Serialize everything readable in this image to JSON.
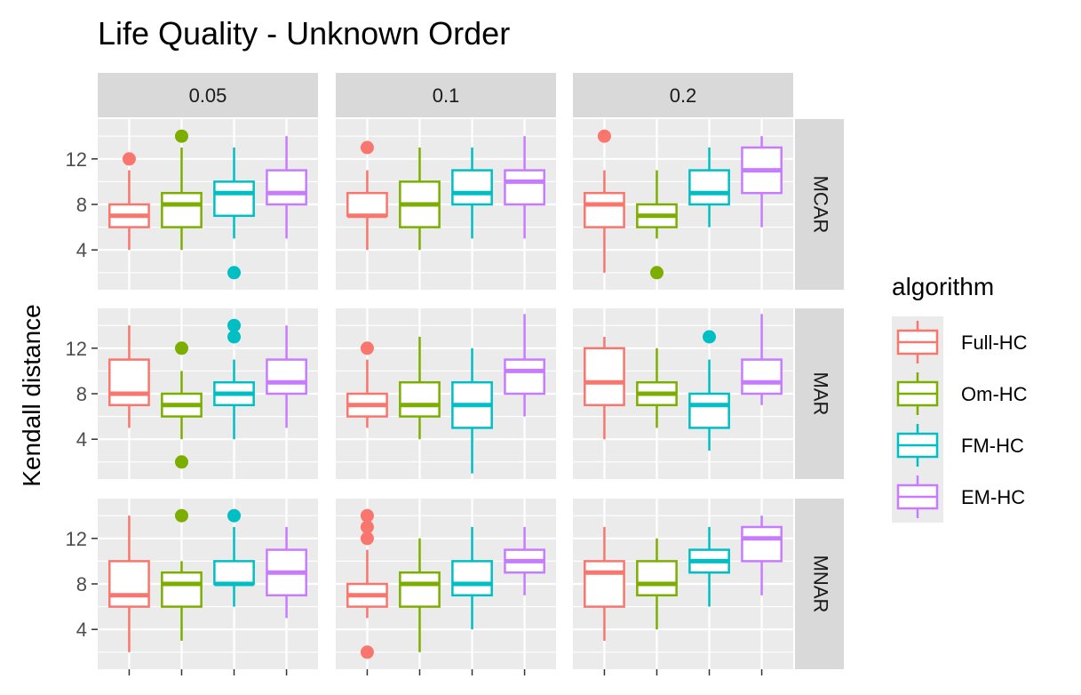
{
  "chart_data": {
    "type": "boxplot",
    "title": "Life Quality - Unknown Order",
    "ylabel": "Kendall distance",
    "xlabel": "",
    "ylim": [
      0.5,
      15.5
    ],
    "yticks": [
      4,
      8,
      12
    ],
    "grid": true,
    "legend": {
      "title": "algorithm",
      "position": "right",
      "entries": [
        "Full-HC",
        "Om-HC",
        "FM-HC",
        "EM-HC"
      ]
    },
    "colors": {
      "Full-HC": "#F8766D",
      "Om-HC": "#7CAE00",
      "FM-HC": "#00BFC4",
      "EM-HC": "#C77CFF"
    },
    "facet_columns": [
      "0.05",
      "0.1",
      "0.2"
    ],
    "facet_rows": [
      "MCAR",
      "MAR",
      "MNAR"
    ],
    "panels": [
      {
        "col": "0.05",
        "row": "MCAR",
        "boxes": [
          {
            "algorithm": "Full-HC",
            "min": 4,
            "q1": 6,
            "median": 7,
            "q3": 8,
            "max": 11,
            "outliers": [
              12
            ]
          },
          {
            "algorithm": "Om-HC",
            "min": 4,
            "q1": 6,
            "median": 8,
            "q3": 9,
            "max": 13,
            "outliers": [
              14
            ]
          },
          {
            "algorithm": "FM-HC",
            "min": 5,
            "q1": 7,
            "median": 9,
            "q3": 10,
            "max": 13,
            "outliers": [
              2
            ]
          },
          {
            "algorithm": "EM-HC",
            "min": 5,
            "q1": 8,
            "median": 9,
            "q3": 11,
            "max": 14,
            "outliers": []
          }
        ]
      },
      {
        "col": "0.1",
        "row": "MCAR",
        "boxes": [
          {
            "algorithm": "Full-HC",
            "min": 4,
            "q1": 7,
            "median": 7,
            "q3": 9,
            "max": 11,
            "outliers": [
              13
            ]
          },
          {
            "algorithm": "Om-HC",
            "min": 4,
            "q1": 6,
            "median": 8,
            "q3": 10,
            "max": 13,
            "outliers": []
          },
          {
            "algorithm": "FM-HC",
            "min": 5,
            "q1": 8,
            "median": 9,
            "q3": 11,
            "max": 13,
            "outliers": []
          },
          {
            "algorithm": "EM-HC",
            "min": 5,
            "q1": 8,
            "median": 10,
            "q3": 11,
            "max": 14,
            "outliers": []
          }
        ]
      },
      {
        "col": "0.2",
        "row": "MCAR",
        "boxes": [
          {
            "algorithm": "Full-HC",
            "min": 2,
            "q1": 6,
            "median": 8,
            "q3": 9,
            "max": 11,
            "outliers": [
              14
            ]
          },
          {
            "algorithm": "Om-HC",
            "min": 5,
            "q1": 6,
            "median": 7,
            "q3": 8,
            "max": 11,
            "outliers": [
              2
            ]
          },
          {
            "algorithm": "FM-HC",
            "min": 6,
            "q1": 8,
            "median": 9,
            "q3": 11,
            "max": 13,
            "outliers": []
          },
          {
            "algorithm": "EM-HC",
            "min": 6,
            "q1": 9,
            "median": 11,
            "q3": 13,
            "max": 14,
            "outliers": []
          }
        ]
      },
      {
        "col": "0.05",
        "row": "MAR",
        "boxes": [
          {
            "algorithm": "Full-HC",
            "min": 5,
            "q1": 7,
            "median": 8,
            "q3": 11,
            "max": 14,
            "outliers": []
          },
          {
            "algorithm": "Om-HC",
            "min": 4,
            "q1": 6,
            "median": 7,
            "q3": 8,
            "max": 10,
            "outliers": [
              12,
              2
            ]
          },
          {
            "algorithm": "FM-HC",
            "min": 4,
            "q1": 7,
            "median": 8,
            "q3": 9,
            "max": 11,
            "outliers": [
              13,
              14
            ]
          },
          {
            "algorithm": "EM-HC",
            "min": 5,
            "q1": 8,
            "median": 9,
            "q3": 11,
            "max": 14,
            "outliers": []
          }
        ]
      },
      {
        "col": "0.1",
        "row": "MAR",
        "boxes": [
          {
            "algorithm": "Full-HC",
            "min": 5,
            "q1": 6,
            "median": 7,
            "q3": 8,
            "max": 11,
            "outliers": [
              12
            ]
          },
          {
            "algorithm": "Om-HC",
            "min": 4,
            "q1": 6,
            "median": 7,
            "q3": 9,
            "max": 13,
            "outliers": []
          },
          {
            "algorithm": "FM-HC",
            "min": 1,
            "q1": 5,
            "median": 7,
            "q3": 9,
            "max": 12,
            "outliers": []
          },
          {
            "algorithm": "EM-HC",
            "min": 6,
            "q1": 8,
            "median": 10,
            "q3": 11,
            "max": 15,
            "outliers": []
          }
        ]
      },
      {
        "col": "0.2",
        "row": "MAR",
        "boxes": [
          {
            "algorithm": "Full-HC",
            "min": 4,
            "q1": 7,
            "median": 9,
            "q3": 12,
            "max": 13,
            "outliers": []
          },
          {
            "algorithm": "Om-HC",
            "min": 5,
            "q1": 7,
            "median": 8,
            "q3": 9,
            "max": 12,
            "outliers": []
          },
          {
            "algorithm": "FM-HC",
            "min": 3,
            "q1": 5,
            "median": 7,
            "q3": 8,
            "max": 11,
            "outliers": [
              13
            ]
          },
          {
            "algorithm": "EM-HC",
            "min": 7,
            "q1": 8,
            "median": 9,
            "q3": 11,
            "max": 15,
            "outliers": []
          }
        ]
      },
      {
        "col": "0.05",
        "row": "MNAR",
        "boxes": [
          {
            "algorithm": "Full-HC",
            "min": 2,
            "q1": 6,
            "median": 7,
            "q3": 10,
            "max": 14,
            "outliers": []
          },
          {
            "algorithm": "Om-HC",
            "min": 3,
            "q1": 6,
            "median": 8,
            "q3": 9,
            "max": 10,
            "outliers": [
              14
            ]
          },
          {
            "algorithm": "FM-HC",
            "min": 6,
            "q1": 8,
            "median": 8,
            "q3": 10,
            "max": 13,
            "outliers": [
              14
            ]
          },
          {
            "algorithm": "EM-HC",
            "min": 5,
            "q1": 7,
            "median": 9,
            "q3": 11,
            "max": 13,
            "outliers": []
          }
        ]
      },
      {
        "col": "0.1",
        "row": "MNAR",
        "boxes": [
          {
            "algorithm": "Full-HC",
            "min": 5,
            "q1": 6,
            "median": 7,
            "q3": 8,
            "max": 11,
            "outliers": [
              14,
              13,
              12,
              2
            ]
          },
          {
            "algorithm": "Om-HC",
            "min": 2,
            "q1": 6,
            "median": 8,
            "q3": 9,
            "max": 12,
            "outliers": []
          },
          {
            "algorithm": "FM-HC",
            "min": 4,
            "q1": 7,
            "median": 8,
            "q3": 10,
            "max": 13,
            "outliers": []
          },
          {
            "algorithm": "EM-HC",
            "min": 7,
            "q1": 9,
            "median": 10,
            "q3": 11,
            "max": 13,
            "outliers": []
          }
        ]
      },
      {
        "col": "0.2",
        "row": "MNAR",
        "boxes": [
          {
            "algorithm": "Full-HC",
            "min": 3,
            "q1": 6,
            "median": 9,
            "q3": 10,
            "max": 13,
            "outliers": []
          },
          {
            "algorithm": "Om-HC",
            "min": 4,
            "q1": 7,
            "median": 8,
            "q3": 10,
            "max": 12,
            "outliers": []
          },
          {
            "algorithm": "FM-HC",
            "min": 6,
            "q1": 9,
            "median": 10,
            "q3": 11,
            "max": 13,
            "outliers": []
          },
          {
            "algorithm": "EM-HC",
            "min": 7,
            "q1": 10,
            "median": 12,
            "q3": 13,
            "max": 14,
            "outliers": []
          }
        ]
      }
    ]
  }
}
